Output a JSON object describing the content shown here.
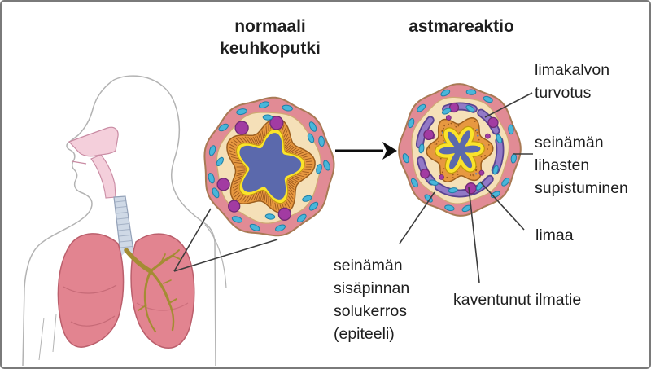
{
  "figure": {
    "normal_title": "normaali\nkeuhkoputki",
    "asthma_title": "astmareaktio",
    "labels": {
      "mucosa_swelling": "limakalvon\nturvotus",
      "muscle_contraction": "seinämän\nlihasten\nsupistuminen",
      "mucus": "limaa",
      "epithelium": "seinämän\nsisäpinnan\nsolukerros\n(epiteeli)",
      "narrowed_airway": "kaventunut ilmatie"
    }
  },
  "colors": {
    "frame": "#7a7a7a",
    "text": "#1e1e1e",
    "pointer": "#3c3c3c",
    "arrow": "#0d0d0d",
    "sketch": "#b3b3b3",
    "nasal": "#f4cfdb",
    "nasal_outline": "#c98ba3",
    "trachea": "#cfd9e6",
    "trachea_outline": "#93a1b8",
    "lung": "#e28490",
    "lung_outline": "#bb5f6c",
    "bronchi": "#a48c33",
    "wall_pink": "#e18b95",
    "wall_outline": "#a97a55",
    "cream": "#f5e0b8",
    "cream_outline": "#cfa873",
    "epithelium": "#e79840",
    "epi_outline": "#9c5e1e",
    "epi_texture": "#8a4a17",
    "yellow": "#fae32b",
    "yellow_outline": "#c1980c",
    "lumen": "#5b69ac",
    "cell_teal": "#49b6da",
    "cell_teal_dark": "#1f7fa6",
    "cell_blue_dot": "#4a7fd0",
    "cell_purple": "#a23ba2",
    "cell_purple_dark": "#702a74",
    "muscle": "#9279c6",
    "muscle_dark": "#5a4390"
  }
}
